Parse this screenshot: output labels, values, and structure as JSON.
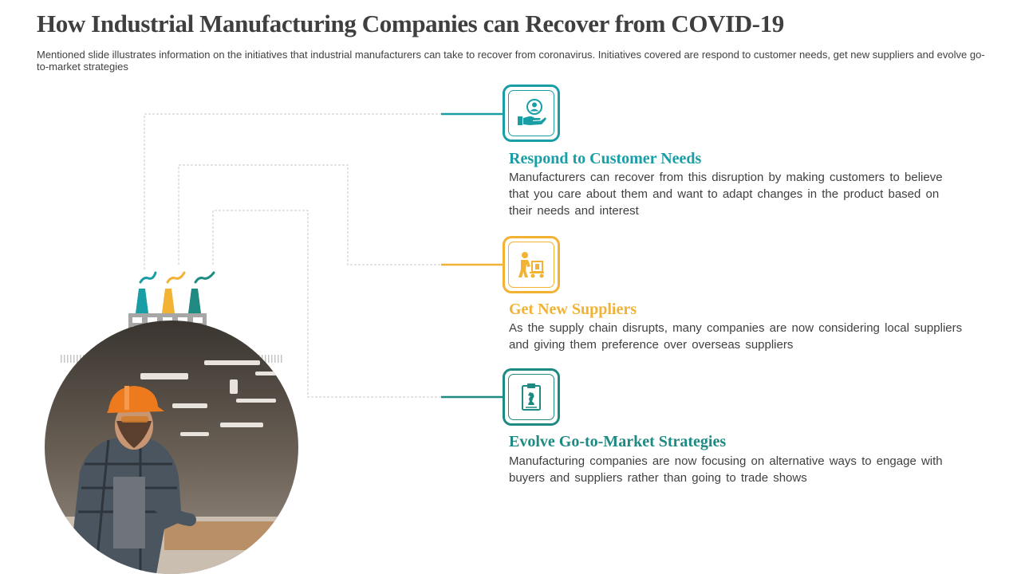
{
  "header": {
    "title": "How Industrial Manufacturing Companies can Recover from COVID-19",
    "subtitle": "Mentioned slide illustrates information on the initiatives that industrial manufacturers can take to recover from coronavirus. Initiatives  covered are respond to customer needs, get new suppliers and evolve  go-to-market strategies"
  },
  "items": [
    {
      "title": "Respond to  Customer Needs",
      "text": "Manufacturers  can recover  from this disruption  by making  customers  to believe  that  you care about  them  and want to adapt  changes  in the product  based  on their  needs  and interest",
      "color": "#1a9ea6",
      "icon": "hand-user-icon"
    },
    {
      "title": "Get New Suppliers",
      "text": "As the supply  chain disrupts,  many companies   are now considering  local suppliers  and giving  them  preference  over overseas  suppliers",
      "color": "#f2b233",
      "icon": "worker-cart-icon"
    },
    {
      "title": "Evolve Go-to-Market  Strategies",
      "text": "Manufacturing  companies  are now focusing  on alternative  ways to engage  with buyers and suppliers  rather than  going to trade shows",
      "color": "#1e8a82",
      "icon": "strategy-clipboard-icon"
    }
  ],
  "colors": {
    "teal": "#1a9ea6",
    "yellow": "#f2b233",
    "dark_teal": "#1e8a82",
    "factory_gray": "#a6a6a6",
    "title_gray": "#3f3f3f"
  }
}
